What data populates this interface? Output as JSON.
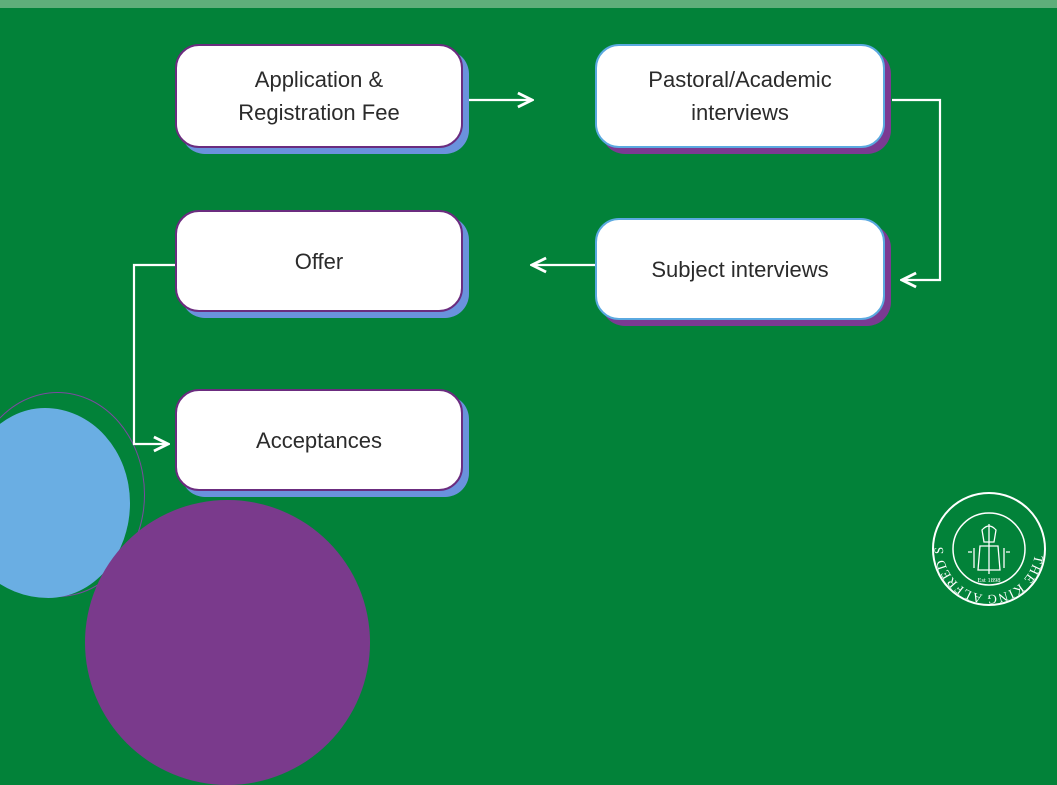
{
  "steps": {
    "application": "Application &\nRegistration Fee",
    "interviews": "Pastoral/Academic\ninterviews",
    "subject": "Subject interviews",
    "offer": "Offer",
    "acceptances": "Acceptances"
  },
  "seal": {
    "ring_text": "THE KING ALFRED SCHOOL",
    "est": "Est 1898"
  },
  "colors": {
    "background": "#028239",
    "box": "#ffffff",
    "purple": "#7a3a8c",
    "blue": "#6aaee3",
    "connector": "#ffffff"
  }
}
